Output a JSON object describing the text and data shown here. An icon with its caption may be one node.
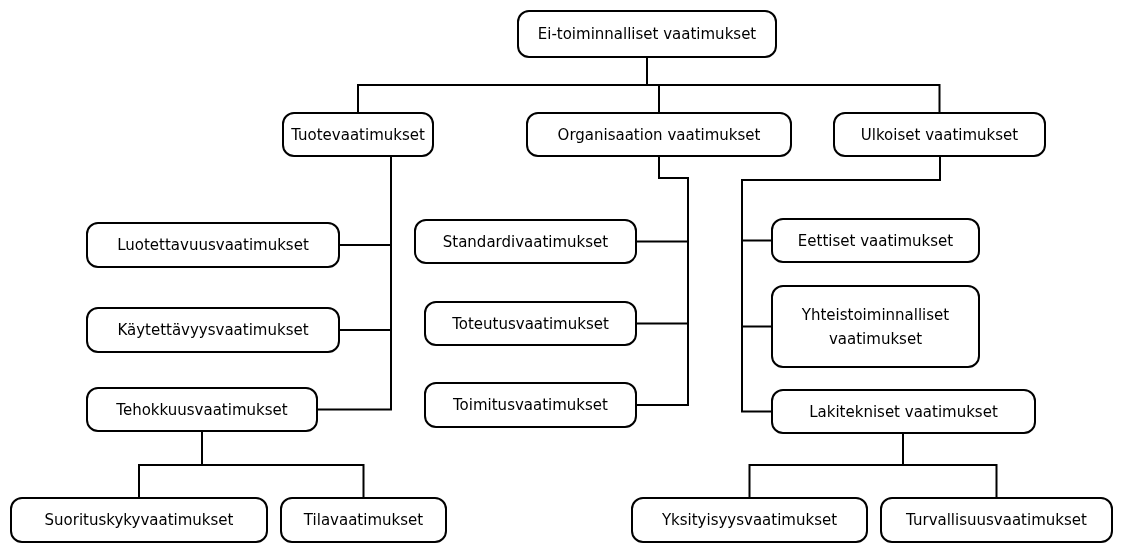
{
  "diagram": {
    "nodes": [
      {
        "text": [
          "Ei-toiminnalliset vaatimukset"
        ]
      },
      {
        "text": [
          "Tuotevaatimukset"
        ]
      },
      {
        "text": [
          "Organisaation vaatimukset"
        ]
      },
      {
        "text": [
          "Ulkoiset vaatimukset"
        ]
      },
      {
        "text": [
          "Luotettavuusvaatimukset"
        ]
      },
      {
        "text": [
          "Käytettävyysvaatimukset"
        ]
      },
      {
        "text": [
          "Tehokkuusvaatimukset"
        ]
      },
      {
        "text": [
          "Suorituskykyvaatimukset"
        ]
      },
      {
        "text": [
          "Tilavaatimukset"
        ]
      },
      {
        "text": [
          "Standardivaatimukset"
        ]
      },
      {
        "text": [
          "Toteutusvaatimukset"
        ]
      },
      {
        "text": [
          "Toimitusvaatimukset"
        ]
      },
      {
        "text": [
          "Eettiset vaatimukset"
        ]
      },
      {
        "text": [
          "Yhteistoiminnalliset vaatimukset"
        ]
      },
      {
        "text": [
          "Lakitekniset vaatimukset"
        ]
      },
      {
        "text": [
          "Yksityisyysvaatimukset"
        ]
      },
      {
        "text": [
          "Turvallisuusvaatimukset"
        ]
      }
    ],
    "edges": [
      {
        "from": 0,
        "to": 1,
        "arrow": "none"
      },
      {
        "from": 0,
        "to": 2,
        "arrow": "none"
      },
      {
        "from": 0,
        "to": 3,
        "arrow": "none"
      },
      {
        "from": 1,
        "to": 4,
        "arrow": "none"
      },
      {
        "from": 1,
        "to": 5,
        "arrow": "none"
      },
      {
        "from": 1,
        "to": 6,
        "arrow": "none"
      },
      {
        "from": 6,
        "to": 7,
        "arrow": "none"
      },
      {
        "from": 6,
        "to": 8,
        "arrow": "none"
      },
      {
        "from": 2,
        "to": 9,
        "arrow": "none"
      },
      {
        "from": 2,
        "to": 10,
        "arrow": "none"
      },
      {
        "from": 2,
        "to": 11,
        "arrow": "none"
      },
      {
        "from": 3,
        "to": 12,
        "arrow": "none"
      },
      {
        "from": 3,
        "to": 13,
        "arrow": "none"
      },
      {
        "from": 3,
        "to": 14,
        "arrow": "none"
      },
      {
        "from": 14,
        "to": 15,
        "arrow": "none"
      },
      {
        "from": 14,
        "to": 16,
        "arrow": "none"
      }
    ]
  }
}
